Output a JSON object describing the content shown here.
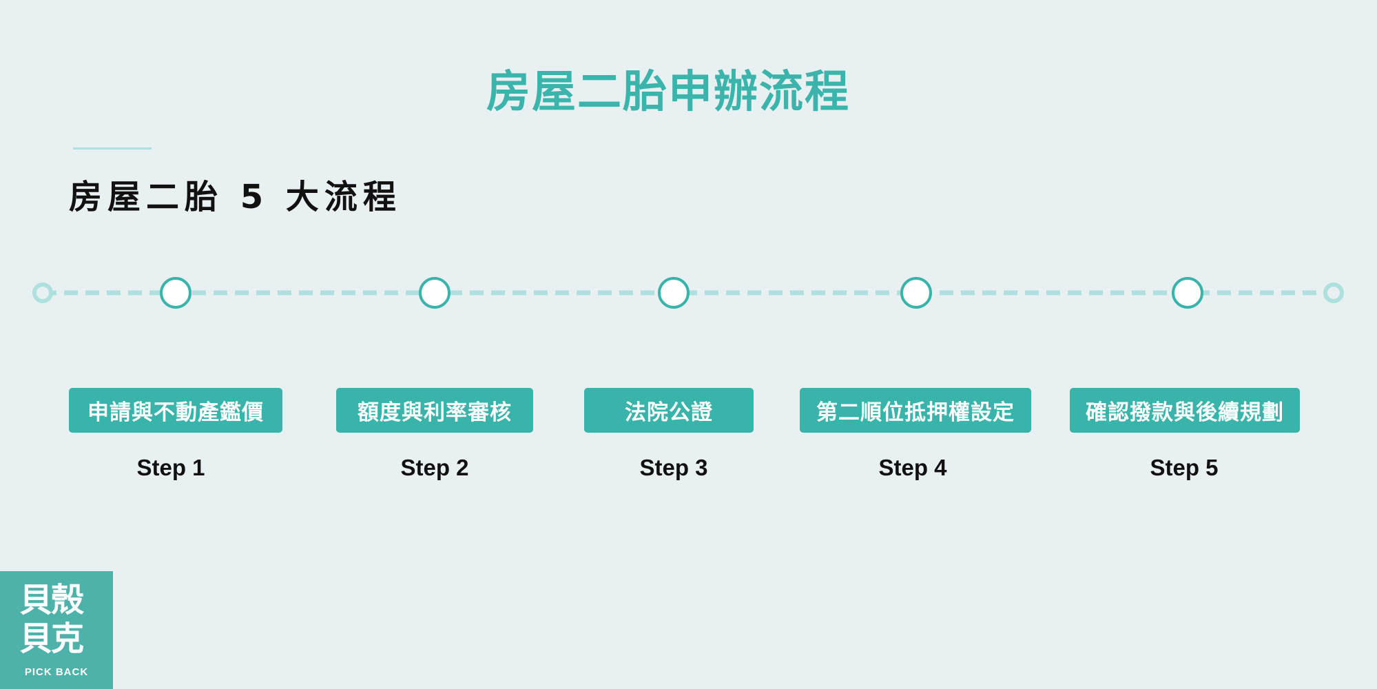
{
  "title": "房屋二胎申辦流程",
  "subtitle": "房屋二胎 5 大流程",
  "steps": [
    {
      "name": "申請與不動產鑑價",
      "label": "Step 1"
    },
    {
      "name": "額度與利率審核",
      "label": "Step 2"
    },
    {
      "name": "法院公證",
      "label": "Step 3"
    },
    {
      "name": "第二順位抵押權設定",
      "label": "Step 4"
    },
    {
      "name": "確認撥款與後續規劃",
      "label": "Step 5"
    }
  ],
  "logo": {
    "chars": "貝殼貝克",
    "text": "PICK BACK"
  },
  "colors": {
    "accent": "#38b4ab",
    "title": "#3bb5ac",
    "line": "#aee1dd",
    "background": "#e9f0f2"
  }
}
